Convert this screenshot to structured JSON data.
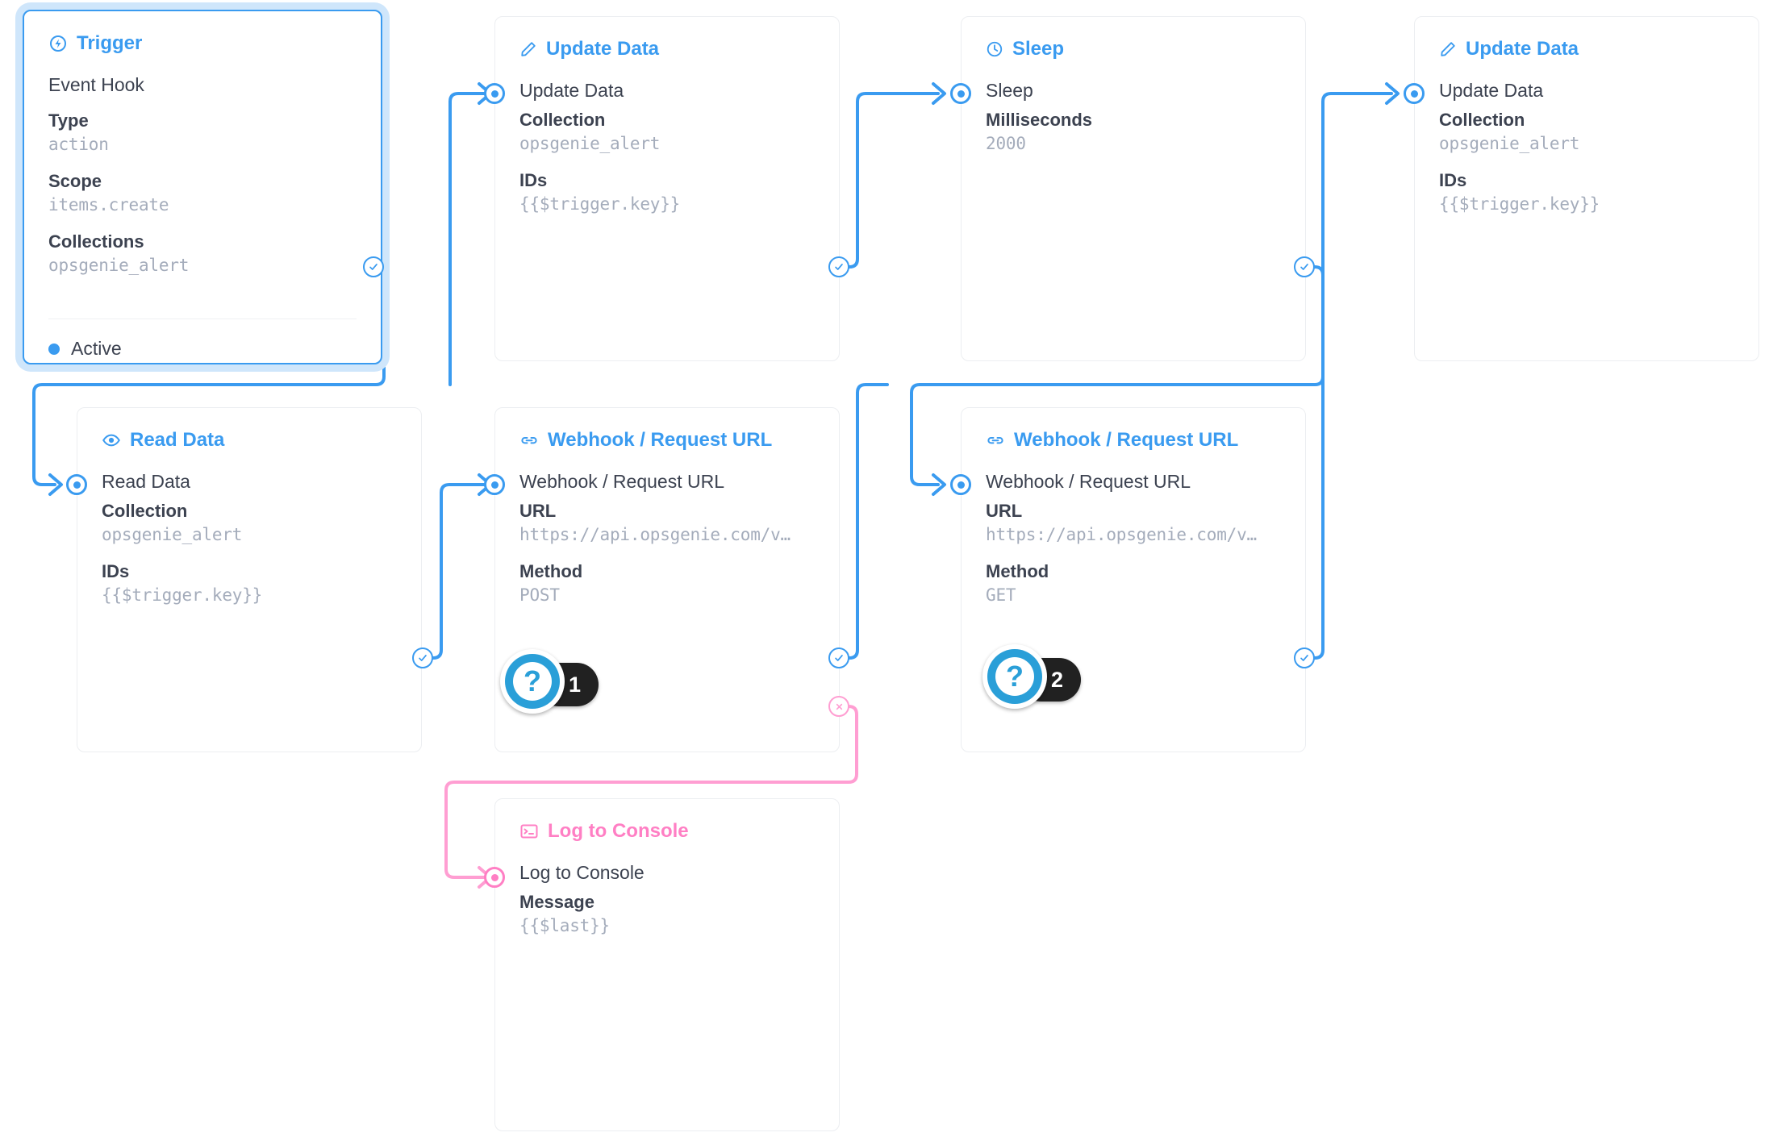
{
  "colors": {
    "accent": "#3a9bf0",
    "pink": "#ff7fc4",
    "text": "#3c4250",
    "muted": "#a4acbb",
    "card_border": "#eceef1",
    "selected_halo": "#cfe6fb",
    "badge_bg": "#212121",
    "help_blue": "#2a9fd8"
  },
  "nodes": {
    "trigger": {
      "title": "Trigger",
      "icon": "bolt-circle-icon",
      "subtitle": "Event Hook",
      "fields": [
        {
          "label": "Type",
          "value": "action"
        },
        {
          "label": "Scope",
          "value": "items.create"
        },
        {
          "label": "Collections",
          "value": "opsgenie_alert"
        }
      ],
      "status": "Active"
    },
    "update_data_1": {
      "title": "Update Data",
      "icon": "pencil-icon",
      "operation": "Update Data",
      "fields": [
        {
          "label": "Collection",
          "value": "opsgenie_alert"
        },
        {
          "label": "IDs",
          "value": "{{$trigger.key}}"
        }
      ]
    },
    "sleep": {
      "title": "Sleep",
      "icon": "clock-icon",
      "operation": "Sleep",
      "fields": [
        {
          "label": "Milliseconds",
          "value": "2000"
        }
      ]
    },
    "update_data_2": {
      "title": "Update Data",
      "icon": "pencil-icon",
      "operation": "Update Data",
      "fields": [
        {
          "label": "Collection",
          "value": "opsgenie_alert"
        },
        {
          "label": "IDs",
          "value": "{{$trigger.key}}"
        }
      ]
    },
    "read_data": {
      "title": "Read Data",
      "icon": "eye-icon",
      "operation": "Read Data",
      "fields": [
        {
          "label": "Collection",
          "value": "opsgenie_alert"
        },
        {
          "label": "IDs",
          "value": "{{$trigger.key}}"
        }
      ]
    },
    "webhook_post": {
      "title": "Webhook / Request URL",
      "icon": "link-icon",
      "operation": "Webhook / Request URL",
      "fields": [
        {
          "label": "URL",
          "value": "https://api.opsgenie.com/v…"
        },
        {
          "label": "Method",
          "value": "POST"
        }
      ]
    },
    "webhook_get": {
      "title": "Webhook / Request URL",
      "icon": "link-icon",
      "operation": "Webhook / Request URL",
      "fields": [
        {
          "label": "URL",
          "value": "https://api.opsgenie.com/v…"
        },
        {
          "label": "Method",
          "value": "GET"
        }
      ]
    },
    "log_to_console": {
      "title": "Log to Console",
      "icon": "terminal-icon",
      "operation": "Log to Console",
      "fields": [
        {
          "label": "Message",
          "value": "{{$last}}"
        }
      ]
    }
  },
  "help_badges": [
    {
      "glyph": "?",
      "number": "1"
    },
    {
      "glyph": "?",
      "number": "2"
    }
  ]
}
